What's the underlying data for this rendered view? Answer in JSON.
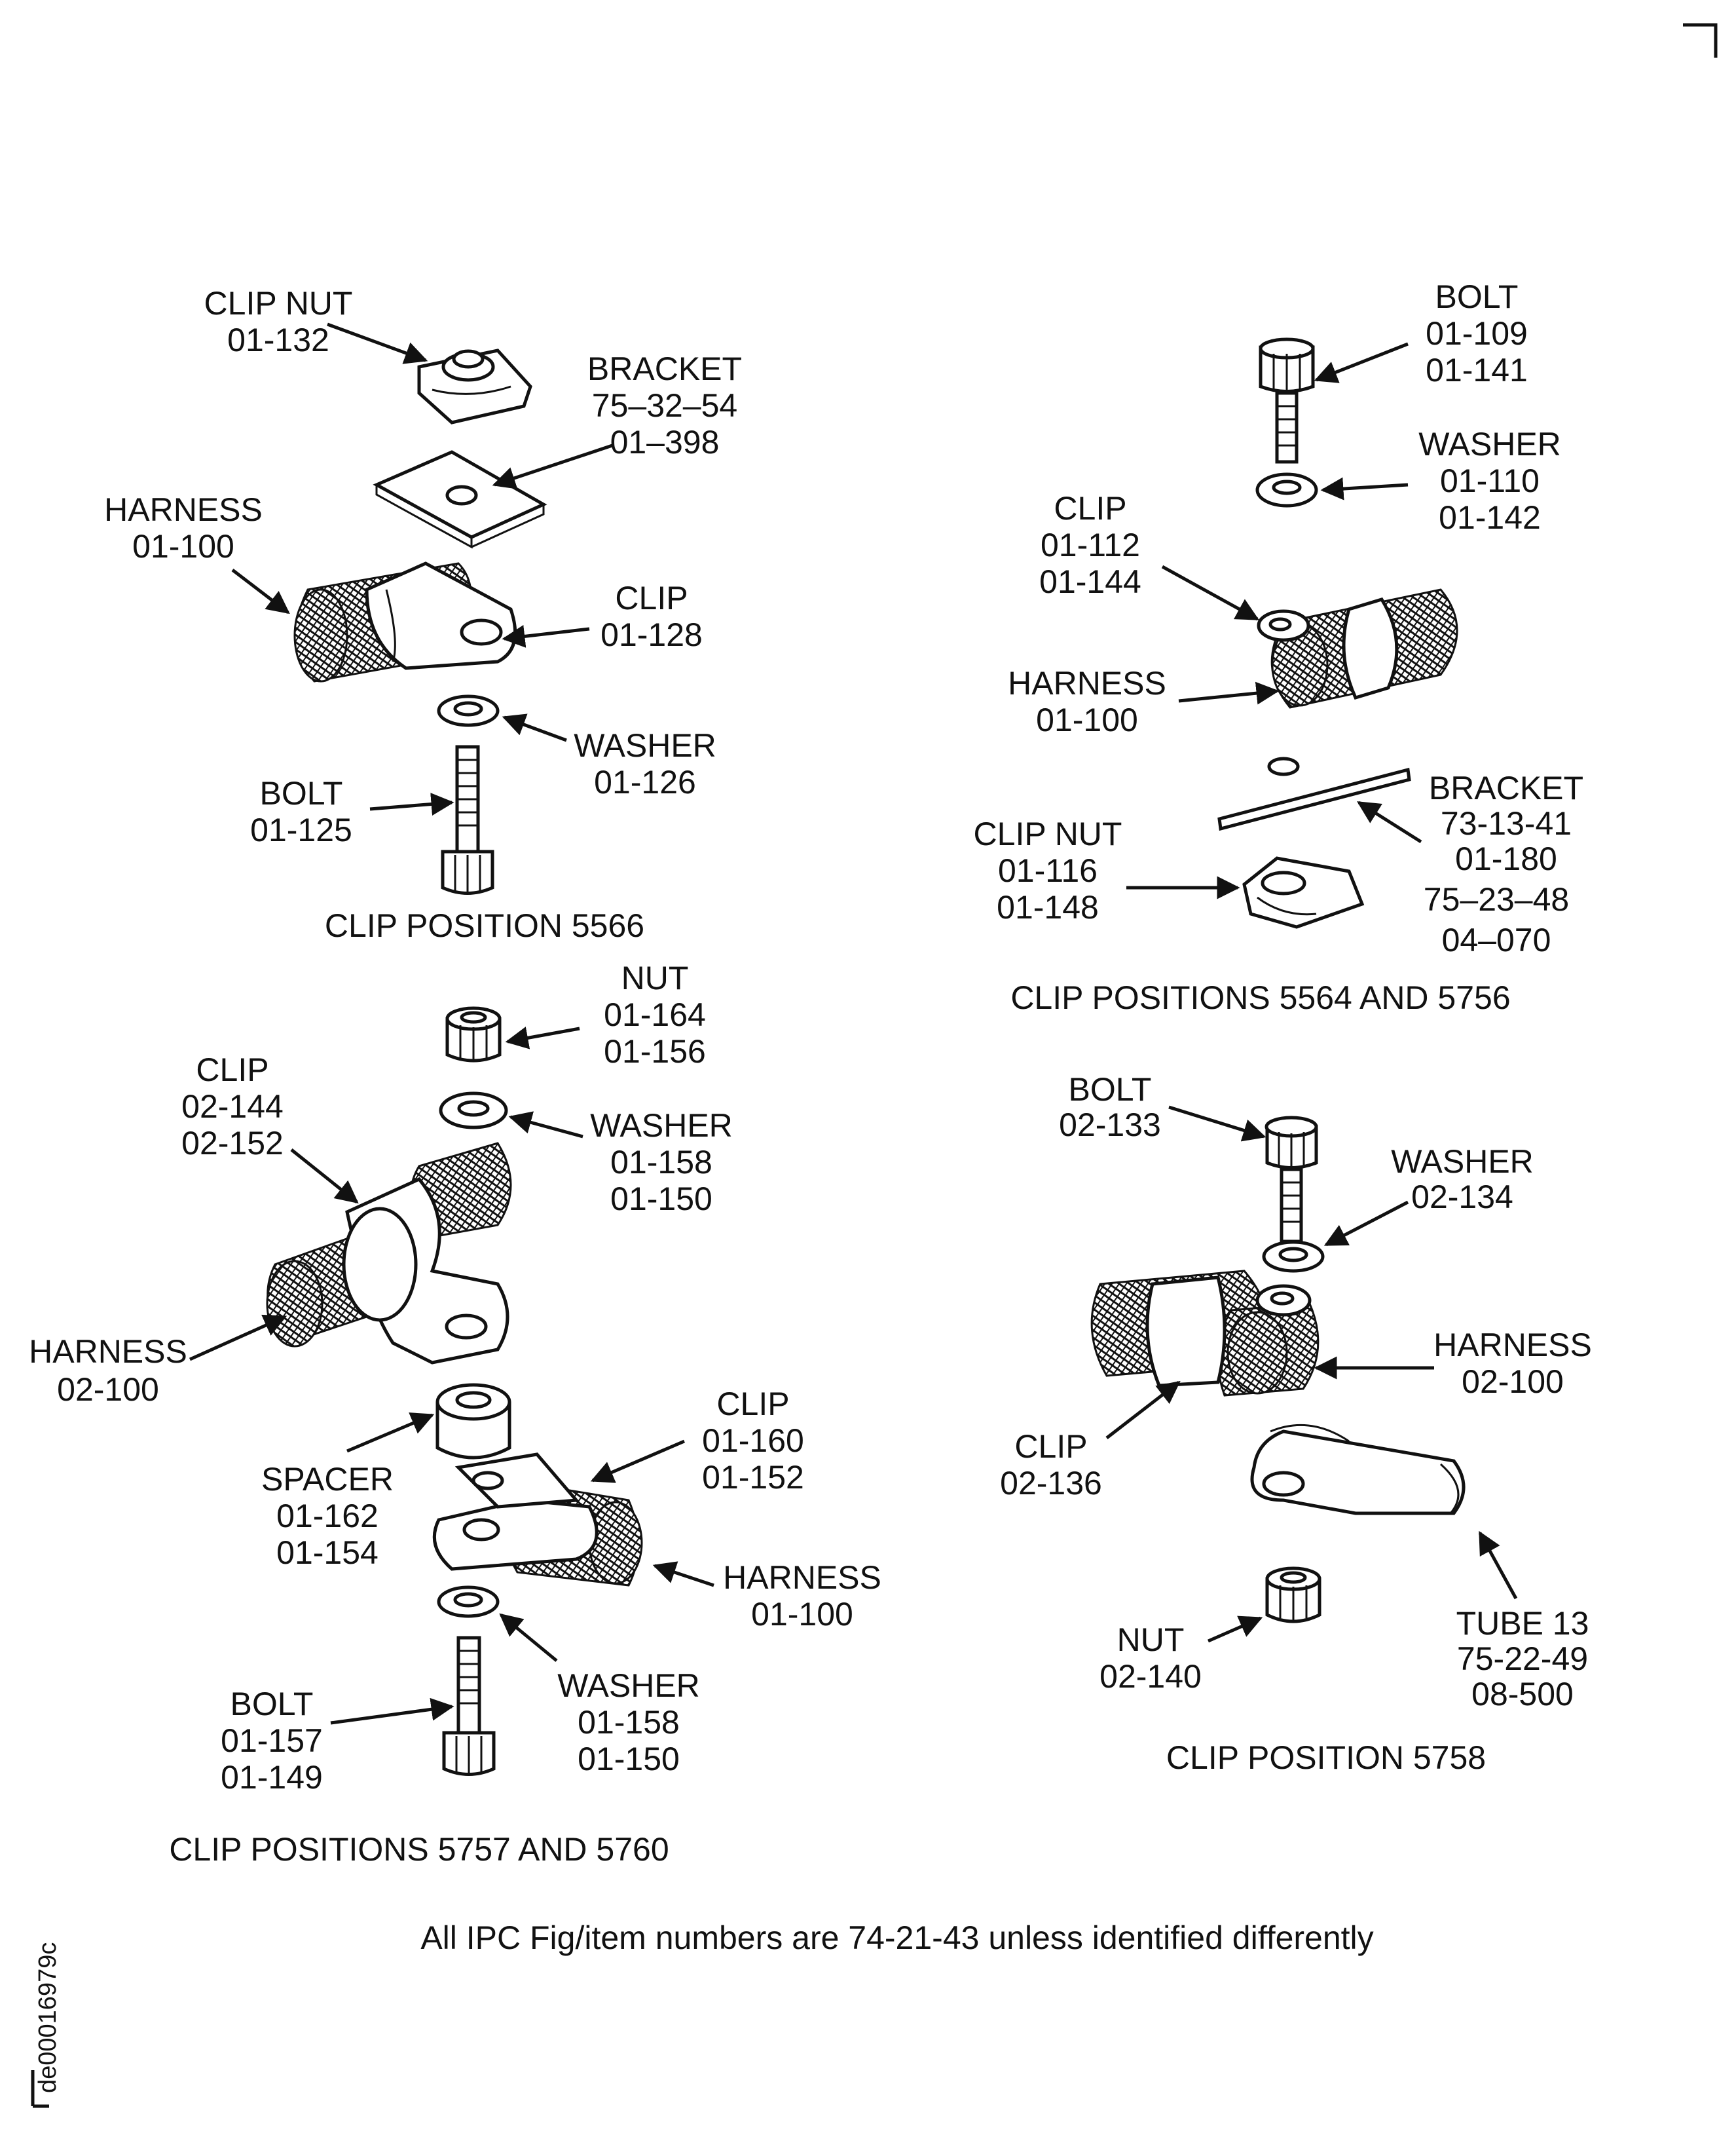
{
  "views": {
    "pos5566": {
      "caption": "CLIP POSITION 5566",
      "labels": [
        [
          "CLIP NUT",
          "01-132"
        ],
        [
          "BRACKET",
          "75–32–54",
          "01–398"
        ],
        [
          "HARNESS",
          "01-100"
        ],
        [
          "CLIP",
          "01-128"
        ],
        [
          "WASHER",
          "01-126"
        ],
        [
          "BOLT",
          "01-125"
        ]
      ]
    },
    "pos5564_5756": {
      "caption": "CLIP POSITIONS 5564 AND 5756",
      "labels": [
        [
          "BOLT",
          "01-109",
          "01-141"
        ],
        [
          "WASHER",
          "01-110",
          "01-142"
        ],
        [
          "CLIP",
          "01-112",
          "01-144"
        ],
        [
          "HARNESS",
          "01-100"
        ],
        [
          "BRACKET",
          "73-13-41",
          "01-180",
          "75–23–48",
          "04–070"
        ],
        [
          "CLIP NUT",
          "01-116",
          "01-148"
        ]
      ]
    },
    "pos5757_5760": {
      "caption": "CLIP POSITIONS 5757 AND 5760",
      "labels": [
        [
          "NUT",
          "01-164",
          "01-156"
        ],
        [
          "WASHER",
          "01-158",
          "01-150"
        ],
        [
          "CLIP",
          "02-144",
          "02-152"
        ],
        [
          "HARNESS",
          "02-100"
        ],
        [
          "SPACER",
          "01-162",
          "01-154"
        ],
        [
          "CLIP",
          "01-160",
          "01-152"
        ],
        [
          "HARNESS",
          "01-100"
        ],
        [
          "WASHER",
          "01-158",
          "01-150"
        ],
        [
          "BOLT",
          "01-157",
          "01-149"
        ]
      ]
    },
    "pos5758": {
      "caption": "CLIP POSITION 5758",
      "labels": [
        [
          "BOLT",
          "02-133"
        ],
        [
          "WASHER",
          "02-134"
        ],
        [
          "HARNESS",
          "02-100"
        ],
        [
          "CLIP",
          "02-136"
        ],
        [
          "TUBE 13",
          "75-22-49",
          "08-500"
        ],
        [
          "NUT",
          "02-140"
        ]
      ]
    }
  },
  "footnote": "All IPC Fig/item numbers are 74-21-43  unless identified differently",
  "figure_ref": "de00016979c"
}
